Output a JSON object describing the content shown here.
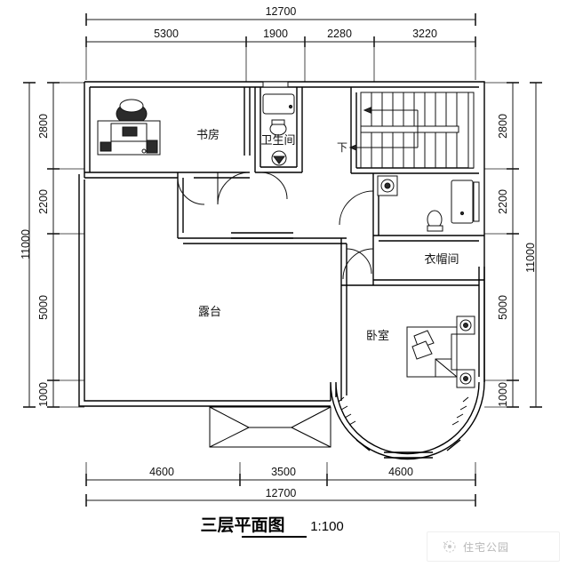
{
  "document": {
    "title_cn": "三层平面图",
    "scale": "1:100",
    "type": "architectural-floor-plan"
  },
  "dimensions": {
    "top": {
      "total": "12700",
      "segments": [
        "5300",
        "1900",
        "2280",
        "3220"
      ]
    },
    "bottom": {
      "total": "12700",
      "segments": [
        "4600",
        "3500",
        "4600"
      ]
    },
    "left": {
      "total": "11000",
      "segments": [
        "2800",
        "2200",
        "5000",
        "1000"
      ]
    },
    "right": {
      "total": "11000",
      "segments": [
        "2800",
        "2200",
        "5000",
        "1000"
      ]
    }
  },
  "rooms": [
    {
      "label": "书房",
      "name": "study"
    },
    {
      "label": "卫生间",
      "name": "bathroom"
    },
    {
      "label": "衣帽间",
      "name": "walk-in-closet"
    },
    {
      "label": "卧室",
      "name": "bedroom"
    },
    {
      "label": "露台",
      "name": "terrace"
    }
  ],
  "annotations": {
    "stair_direction": "下"
  },
  "watermark": {
    "label": "住宅公园",
    "icon": "logo-icon"
  },
  "colors": {
    "background": "#ffffff",
    "line": "#000000",
    "dimension": "#1a1a1a",
    "watermark": "#8a8a8a"
  }
}
